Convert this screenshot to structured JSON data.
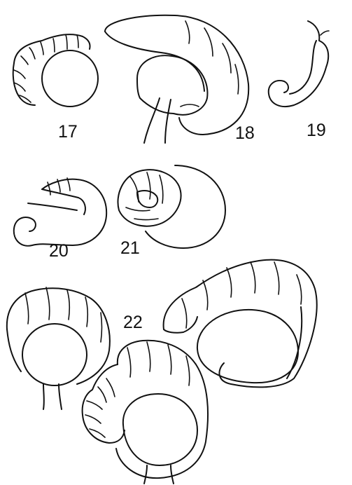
{
  "figures": [
    {
      "id": "fig17",
      "label": "17"
    },
    {
      "id": "fig18",
      "label": "18"
    },
    {
      "id": "fig19",
      "label": "19"
    },
    {
      "id": "fig20",
      "label": "20"
    },
    {
      "id": "fig21",
      "label": "21"
    },
    {
      "id": "fig22",
      "label": "22"
    }
  ],
  "colors": {
    "ink": "#111111",
    "paper": "#ffffff"
  }
}
